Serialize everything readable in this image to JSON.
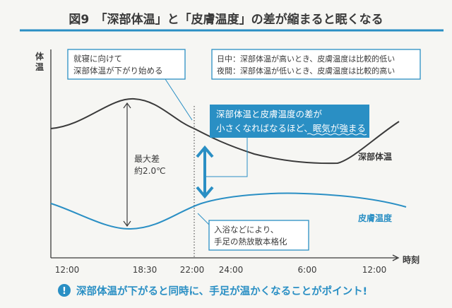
{
  "title": "図9　「深部体温」と「皮膚温度」の差が縮まると眠くなる",
  "y_axis_label": [
    "体",
    "温"
  ],
  "x_axis_label": "時刻",
  "x_ticks": [
    "12:00",
    "18:30",
    "22:00",
    "24:00",
    "6:00",
    "12:00"
  ],
  "callouts": {
    "bedtime": [
      "就寝に向けて",
      "深部体温が下がり始める"
    ],
    "daynight": [
      "日中：深部体温が高いとき、皮膚温度は比較的低い",
      "夜間：深部体温が低いとき、皮膚温度は比較的高い"
    ],
    "highlight": [
      "深部体温と皮膚温度の差が",
      "小さくなればなるほど、",
      "眠気が強まる"
    ],
    "bath": [
      "入浴などにより、",
      "手足の熱放散本格化"
    ]
  },
  "max_diff": [
    "最大差",
    "約2.0℃"
  ],
  "series_labels": {
    "core": "深部体温",
    "skin": "皮膚温度"
  },
  "footer": {
    "icon": "!",
    "text": "深部体温が下がると同時に、手足が温かくなることがポイント!"
  },
  "colors": {
    "accent": "#2a8fc4",
    "dark": "#3a3a3a",
    "bg": "#f6f6f3"
  }
}
